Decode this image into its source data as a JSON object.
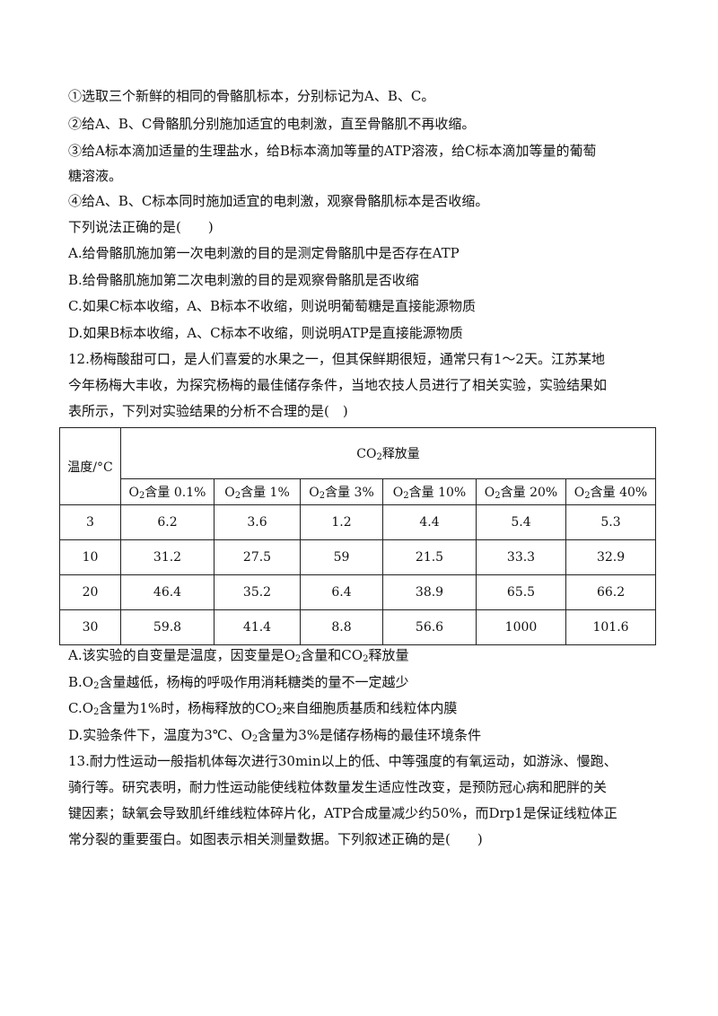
{
  "intro_steps": [
    "①选取三个新鲜的相同的骨骼肌标本，分别标记为A、B、C。",
    "②给A、B、C骨骼肌分别施加适宜的电刺激，直至骨骼肌不再收缩。",
    "③给A标本滴加适量的生理盐水，给B标本滴加等量的ATP溶液，给C标本滴加等量的葡萄",
    "糖溶液。",
    "④给A、B、C标本同时施加适宜的电刺激，观察骨骼肌标本是否收缩。"
  ],
  "q11": {
    "stem": "下列说法正确的是(　　)",
    "options": [
      "A.给骨骼肌施加第一次电刺激的目的是测定骨骼肌中是否存在ATP",
      "B.给骨骼肌施加第二次电刺激的目的是观察骨骼肌是否收缩",
      "C.如果C标本收缩，A、B标本不收缩，则说明葡萄糖是直接能源物质",
      "D.如果B标本收缩，A、C标本不收缩，则说明ATP是直接能源物质"
    ]
  },
  "q12": {
    "lines": [
      "12.杨梅酸甜可口，是人们喜爱的水果之一，但其保鲜期很短，通常只有1～2天。江苏某地",
      "今年杨梅大丰收，为探究杨梅的最佳储存条件，当地农技人员进行了相关实验，实验结果如",
      "表所示，下列对实验结果的分析不合理的是(　)"
    ],
    "table": {
      "row_header": "温度/°C",
      "group_header_pre": "CO",
      "group_header_sub": "2",
      "group_header_post": "释放量",
      "col_pre": "O",
      "col_sub": "2",
      "col_mid": "含量",
      "columns": [
        "0.1%",
        "1%",
        "3%",
        "10%",
        "20%",
        "40%"
      ],
      "rows": [
        {
          "temp": "3",
          "values": [
            "6.2",
            "3.6",
            "1.2",
            "4.4",
            "5.4",
            "5.3"
          ]
        },
        {
          "temp": "10",
          "values": [
            "31.2",
            "27.5",
            "59",
            "21.5",
            "33.3",
            "32.9"
          ]
        },
        {
          "temp": "20",
          "values": [
            "46.4",
            "35.2",
            "6.4",
            "38.9",
            "65.5",
            "66.2"
          ]
        },
        {
          "temp": "30",
          "values": [
            "59.8",
            "41.4",
            "8.8",
            "56.6",
            "1000",
            "101.6"
          ]
        }
      ]
    },
    "opt_a": {
      "p1": "A.该实验的自变量是温度，因变量是O",
      "s1": "2",
      "p2": "含量和CO",
      "s2": "2",
      "p3": "释放量"
    },
    "opt_b": {
      "p1": "B.O",
      "s1": "2",
      "p2": "含量越低，杨梅的呼吸作用消耗糖类的量不一定越少"
    },
    "opt_c": {
      "p1": "C.O",
      "s1": "2",
      "p2": "含量为1%时，杨梅释放的CO",
      "s2": "2",
      "p3": "来自细胞质基质和线粒体内膜"
    },
    "opt_d": {
      "p1": "D.实验条件下，温度为3℃、O",
      "s1": "2",
      "p2": "含量为3%是储存杨梅的最佳环境条件"
    }
  },
  "q13": {
    "lines": [
      "13.耐力性运动一般指机体每次进行30min以上的低、中等强度的有氧运动，如游泳、慢跑、",
      "骑行等。研究表明，耐力性运动能使线粒体数量发生适应性改变，是预防冠心病和肥胖的关",
      "键因素；缺氧会导致肌纤维线粒体碎片化，ATP合成量减少约50%，而Drp1是保证线粒体正",
      "常分裂的重要蛋白。如图表示相关测量数据。下列叙述正确的是(　　)"
    ]
  }
}
